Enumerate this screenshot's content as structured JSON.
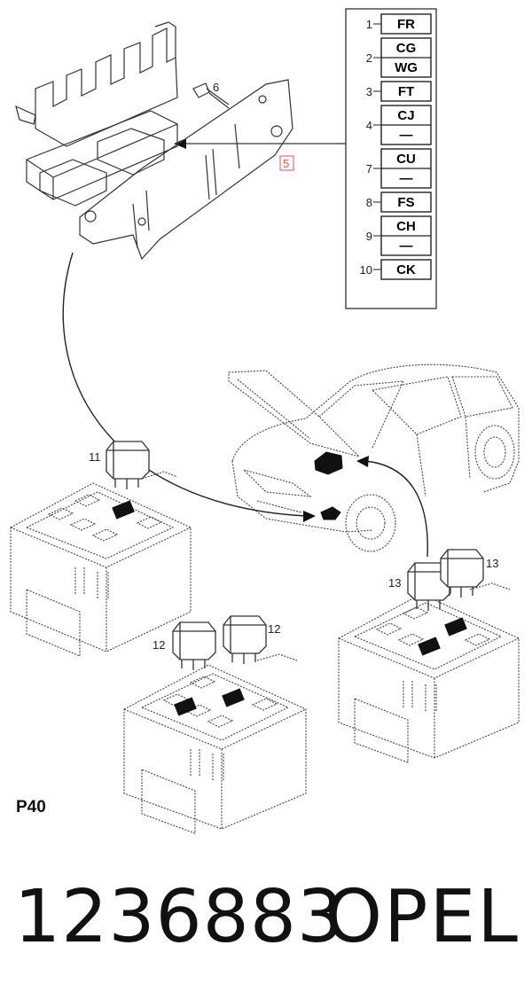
{
  "codes": [
    {
      "num": "1",
      "items": [
        "FR"
      ]
    },
    {
      "num": "2",
      "items": [
        "CG",
        "WG"
      ]
    },
    {
      "num": "3",
      "items": [
        "FT"
      ]
    },
    {
      "num": "4",
      "items": [
        "CJ",
        "—"
      ]
    },
    {
      "num": "7",
      "items": [
        "CU",
        "—"
      ]
    },
    {
      "num": "8",
      "items": [
        "FS"
      ]
    },
    {
      "num": "9",
      "items": [
        "CH",
        "—"
      ]
    },
    {
      "num": "10",
      "items": [
        "CK"
      ]
    }
  ],
  "callouts": {
    "screw": "6",
    "bracket": "5",
    "relay_a": "11",
    "relay_b1": "12",
    "relay_b2": "12",
    "relay_c1": "13",
    "relay_c2": "13"
  },
  "page_label": "P40",
  "footer": {
    "part_number": "1236883",
    "brand": "OPEL"
  },
  "colors": {
    "line": "#333333",
    "callout_red": "#d9534f",
    "fill_dark": "#111111"
  }
}
